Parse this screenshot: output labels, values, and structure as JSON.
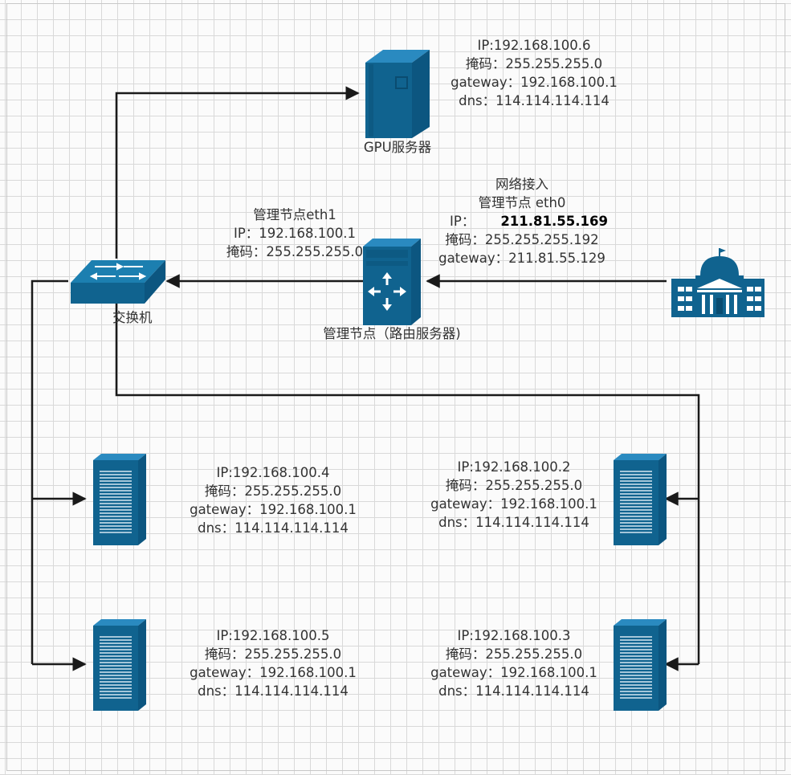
{
  "nodes": {
    "gpu": {
      "label": "GPU服务器",
      "icon": "server-tower-icon",
      "lines": [
        "IP:192.168.100.6",
        "掩码：255.255.255.0",
        "gateway：192.168.100.1",
        "dns：114.114.114.114"
      ]
    },
    "mgmt": {
      "label": "管理节点（路由服务器)",
      "icon": "router-server-icon",
      "eth1": [
        "管理节点eth1",
        "IP：192.168.100.1",
        "掩码：255.255.255.0"
      ],
      "eth0": {
        "title1": "网络接入",
        "title2": "管理节点 eth0",
        "ip_prefix": "IP：",
        "ip_value": "211.81.55.169",
        "mask": "掩码：255.255.255.192",
        "gateway": "gateway：211.81.55.129"
      }
    },
    "switch": {
      "label": "交换机",
      "icon": "network-switch-icon"
    },
    "internet": {
      "icon": "government-building-icon"
    },
    "s4": {
      "icon": "rack-server-icon",
      "lines": [
        "IP:192.168.100.4",
        "掩码：255.255.255.0",
        "gateway：192.168.100.1",
        "dns：114.114.114.114"
      ]
    },
    "s5": {
      "icon": "rack-server-icon",
      "lines": [
        "IP:192.168.100.5",
        "掩码：255.255.255.0",
        "gateway：192.168.100.1",
        "dns：114.114.114.114"
      ]
    },
    "s2": {
      "icon": "rack-server-icon",
      "lines": [
        "IP:192.168.100.2",
        "掩码：255.255.255.0",
        "gateway：192.168.100.1",
        "dns：114.114.114.114"
      ]
    },
    "s3": {
      "icon": "rack-server-icon",
      "lines": [
        "IP:192.168.100.3",
        "掩码：255.255.255.0",
        "gateway：192.168.100.1",
        "dns：114.114.114.114"
      ]
    }
  },
  "colors": {
    "icon": "#10638f",
    "icon_light": "#1c7fb0",
    "wire": "#1a1a1a",
    "grid": "#d9d9d9"
  }
}
